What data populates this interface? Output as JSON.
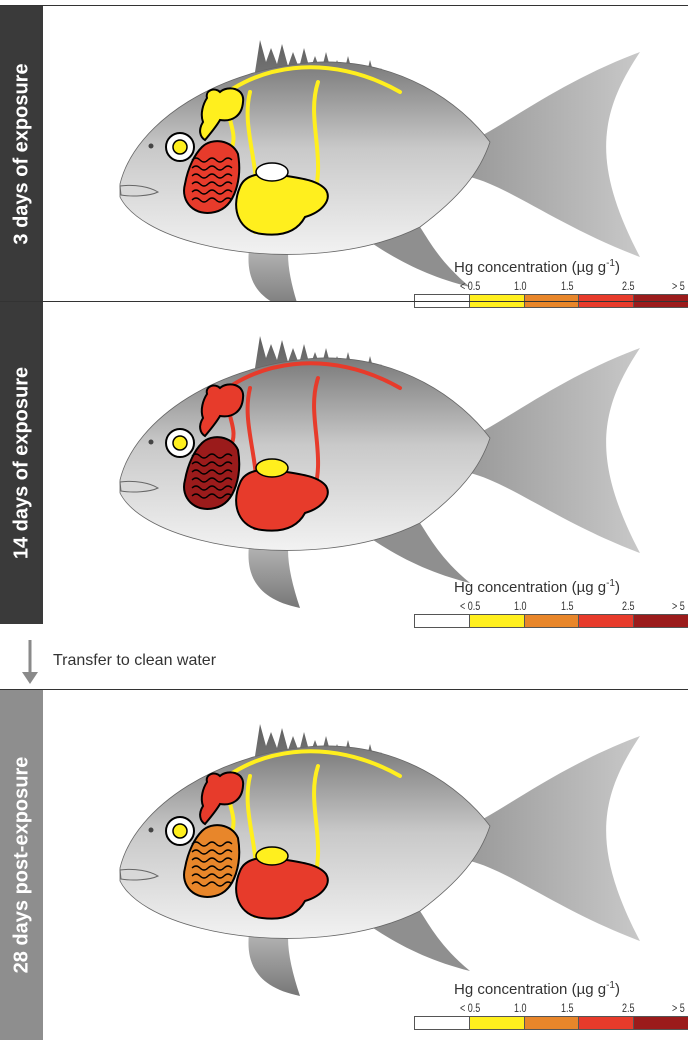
{
  "panels": [
    {
      "label": "3 days of exposure",
      "band_color": "#3a3a3a",
      "organ_colors": {
        "brain": "#ffef1e",
        "gills": "#e73b2b",
        "liver": "#ffef1e",
        "gallbladder": "#ffffff",
        "blood_vessels": "#ffef1e"
      }
    },
    {
      "label": "14 days of exposure",
      "band_color": "#3a3a3a",
      "organ_colors": {
        "brain": "#e73b2b",
        "gills": "#9b1b1b",
        "liver": "#e73b2b",
        "gallbladder": "#ffef1e",
        "blood_vessels": "#e73b2b"
      }
    },
    {
      "label": "28 days post-exposure",
      "band_color": "#8e8e8e",
      "organ_colors": {
        "brain": "#e73b2b",
        "gills": "#e8862a",
        "liver": "#e73b2b",
        "gallbladder": "#ffef1e",
        "blood_vessels": "#ffef1e"
      }
    }
  ],
  "transfer_text": "Transfer to clean water",
  "legend": {
    "title_prefix": "Hg concentration (",
    "title_unit": "µg g",
    "title_exp": "-1",
    "title_suffix": ")",
    "ticks": [
      "< 0.5",
      "1.0",
      "1.5",
      "2.5",
      "> 5"
    ],
    "bins": [
      {
        "color": "#ffffff"
      },
      {
        "color": "#ffef1e"
      },
      {
        "color": "#e8862a"
      },
      {
        "color": "#e73b2b"
      },
      {
        "color": "#9b1b1b"
      }
    ]
  }
}
